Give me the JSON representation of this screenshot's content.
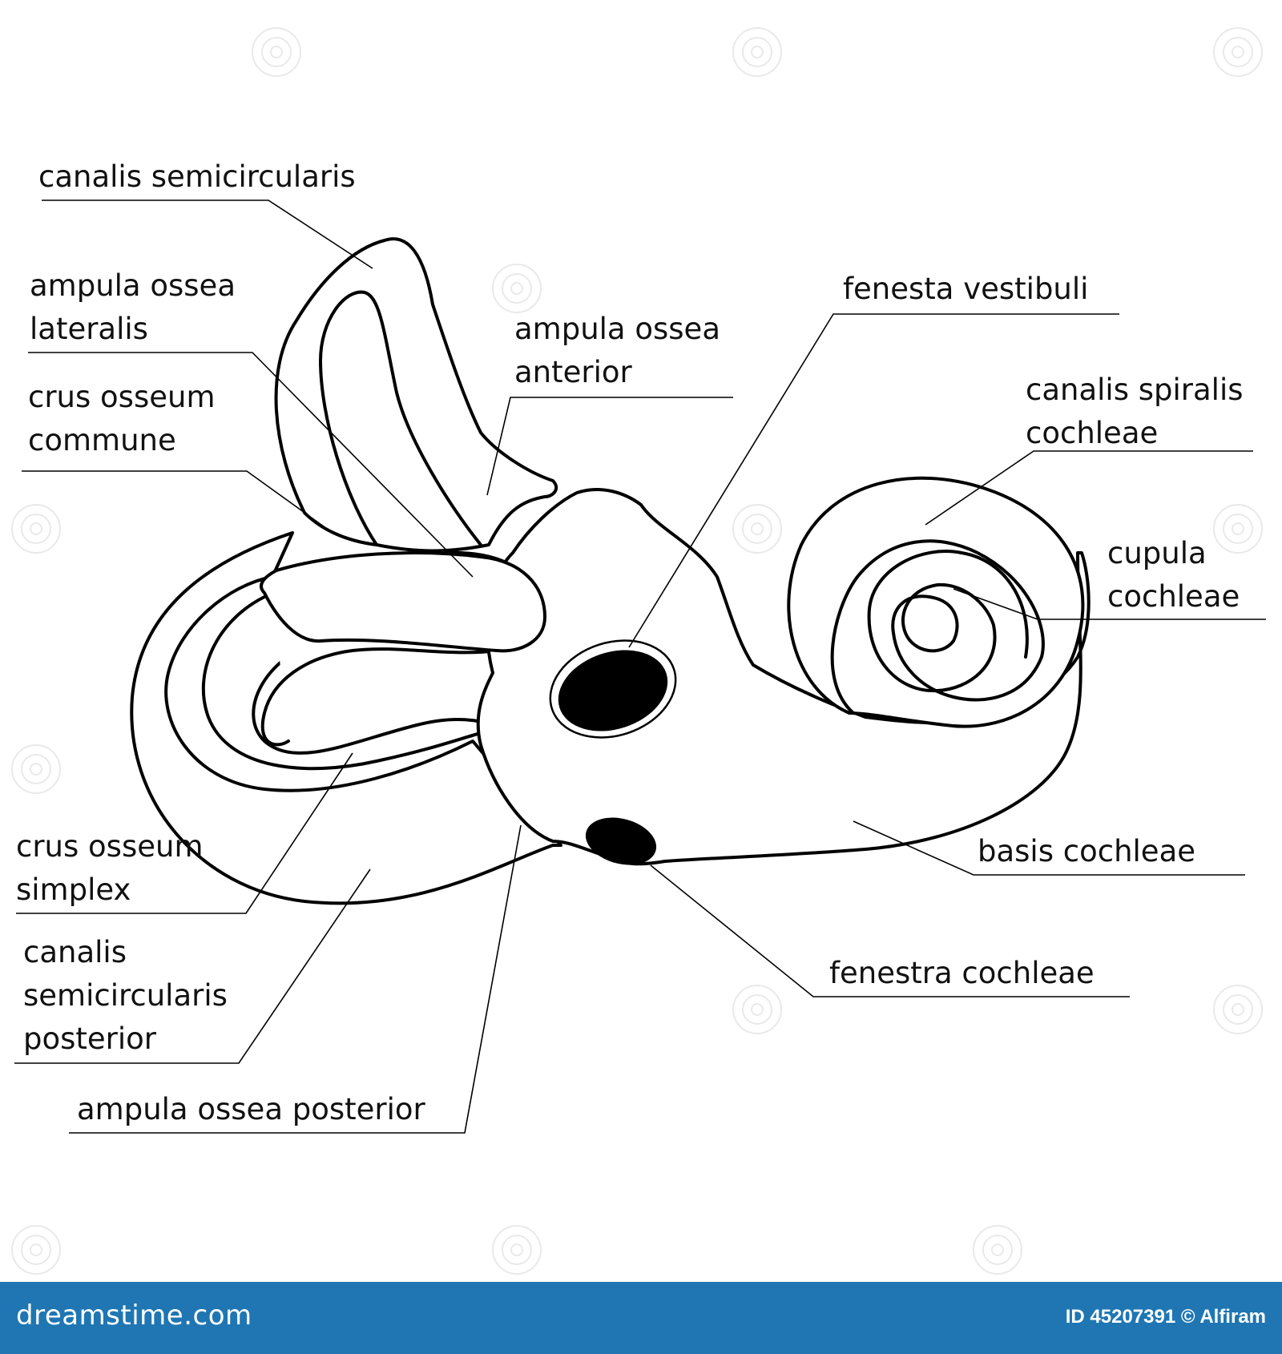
{
  "labels": {
    "canalis_semicircularis": "canalis semicircularis",
    "ampula_ossea_lateralis": [
      "ampula ossea",
      "lateralis"
    ],
    "crus_osseum_commune": [
      "crus osseum",
      "commune"
    ],
    "ampula_ossea_anterior": [
      "ampula ossea",
      "anterior"
    ],
    "fenesta_vestibuli": "fenesta vestibuli",
    "canalis_spiralis_cochleae": [
      "canalis spiralis",
      "cochleae"
    ],
    "cupula_cochleae": [
      "cupula",
      "cochleae"
    ],
    "basis_cochleae": "basis cochleae",
    "fenestra_cochleae": "fenestra cochleae",
    "crus_osseum_simplex": [
      "crus osseum",
      "simplex"
    ],
    "canalis_semicircularis_posterior": [
      "canalis",
      "semicircularis",
      "posterior"
    ],
    "ampula_ossea_posterior": "ampula ossea posterior"
  },
  "footer": {
    "brand": "dreamstime.com",
    "image_id": "ID 45207391 © Alfiram"
  },
  "colors": {
    "footer_bg": "#1f76b3",
    "line": "#000000",
    "window_fill": "#000000"
  }
}
